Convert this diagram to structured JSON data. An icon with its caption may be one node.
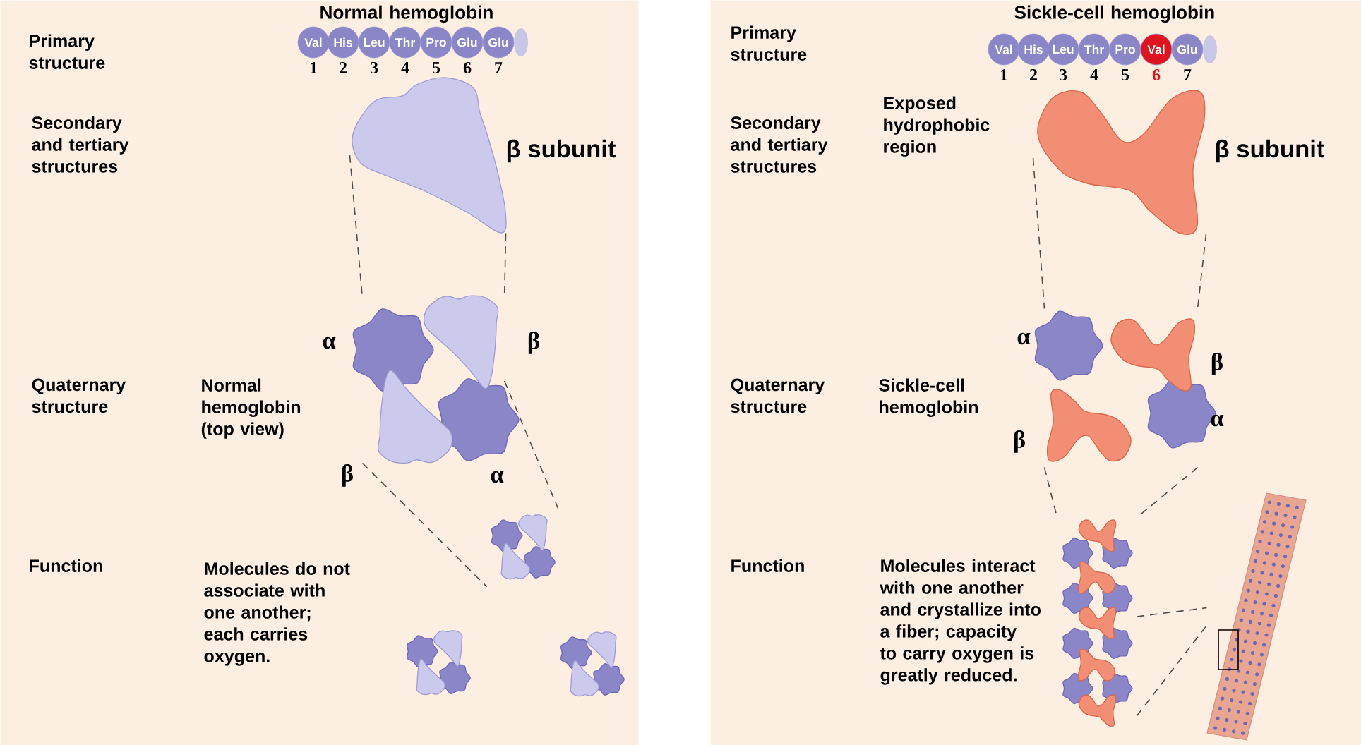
{
  "diagram": {
    "nodes": [
      {
        "text": [
          "Normal hemoglobin"
        ]
      },
      {
        "text": [
          "Val"
        ],
        "beside": [
          "1"
        ],
        "in": 0
      },
      {
        "text": [
          "His"
        ],
        "beside": [
          "2"
        ],
        "in": 0
      },
      {
        "text": [
          "Leu"
        ],
        "beside": [
          "3"
        ],
        "in": 0
      },
      {
        "text": [
          "Thr"
        ],
        "beside": [
          "4"
        ],
        "in": 0
      },
      {
        "text": [
          "Pro"
        ],
        "beside": [
          "5"
        ],
        "in": 0
      },
      {
        "text": [
          "Glu"
        ],
        "beside": [
          "6"
        ],
        "in": 0
      },
      {
        "text": [
          "Glu"
        ],
        "beside": [
          "7"
        ],
        "in": 0
      },
      {
        "text": [],
        "shape": "picture",
        "beside": [
          "β subunit"
        ],
        "in": 0
      },
      {
        "text": [],
        "shape": "picture",
        "beside": [
          "α",
          "β",
          "β",
          "α"
        ],
        "in": 0
      },
      {
        "text": [],
        "shape": "picture",
        "in": 0
      },
      {
        "text": [],
        "shape": "picture",
        "in": 0
      },
      {
        "text": [],
        "shape": "picture",
        "in": 0
      },
      {
        "text": [
          "Sickle-cell hemoglobin"
        ]
      },
      {
        "text": [
          "Val"
        ],
        "beside": [
          "1"
        ],
        "in": 13
      },
      {
        "text": [
          "His"
        ],
        "beside": [
          "2"
        ],
        "in": 13
      },
      {
        "text": [
          "Leu"
        ],
        "beside": [
          "3"
        ],
        "in": 13
      },
      {
        "text": [
          "Thr"
        ],
        "beside": [
          "4"
        ],
        "in": 13
      },
      {
        "text": [
          "Pro"
        ],
        "beside": [
          "5"
        ],
        "in": 13
      },
      {
        "text": [
          "Val"
        ],
        "beside": [
          "6"
        ],
        "in": 13
      },
      {
        "text": [
          "Glu"
        ],
        "beside": [
          "7"
        ],
        "in": 13
      },
      {
        "text": [],
        "shape": "picture",
        "beside": [
          "β subunit"
        ],
        "in": 13
      },
      {
        "text": [],
        "shape": "picture",
        "beside": [
          "α",
          "β",
          "α",
          "β"
        ],
        "in": 13
      },
      {
        "text": [],
        "shape": "picture",
        "in": 13
      },
      {
        "text": [],
        "shape": "picture",
        "in": 13
      }
    ],
    "edges": [
      {
        "from": 8,
        "to": 9,
        "arrow": "none",
        "style": "dashed"
      },
      {
        "from": 8,
        "to": 9,
        "arrow": "none",
        "style": "dashed"
      },
      {
        "from": 9,
        "to": 10,
        "arrow": "none",
        "style": "dashed"
      },
      {
        "from": 9,
        "to": 10,
        "arrow": "none",
        "style": "dashed"
      },
      {
        "from": 21,
        "to": 22,
        "arrow": "none",
        "style": "dashed"
      },
      {
        "from": 21,
        "to": 22,
        "arrow": "none",
        "style": "dashed"
      },
      {
        "from": 22,
        "to": 23,
        "arrow": "none",
        "style": "dashed"
      },
      {
        "from": 22,
        "to": 23,
        "arrow": "none",
        "style": "dashed"
      },
      {
        "from": 23,
        "to": 24,
        "arrow": "none",
        "style": "dashed"
      },
      {
        "from": 23,
        "to": 24,
        "arrow": "none",
        "style": "dashed"
      }
    ],
    "labels": [
      "Primary structure",
      "Secondary and tertiary structures",
      "Quaternary structure",
      "Normal hemoglobin (top view)",
      "Function",
      "Molecules do not associate with one another; each carries oxygen.",
      "Primary structure",
      "Secondary and tertiary structures",
      "Exposed hydrophobic region",
      "Quaternary structure",
      "Sickle-cell hemoglobin",
      "Function",
      "Molecules interact with one another and crystallize into a fiber; capacity to carry oxygen is greatly reduced."
    ]
  }
}
